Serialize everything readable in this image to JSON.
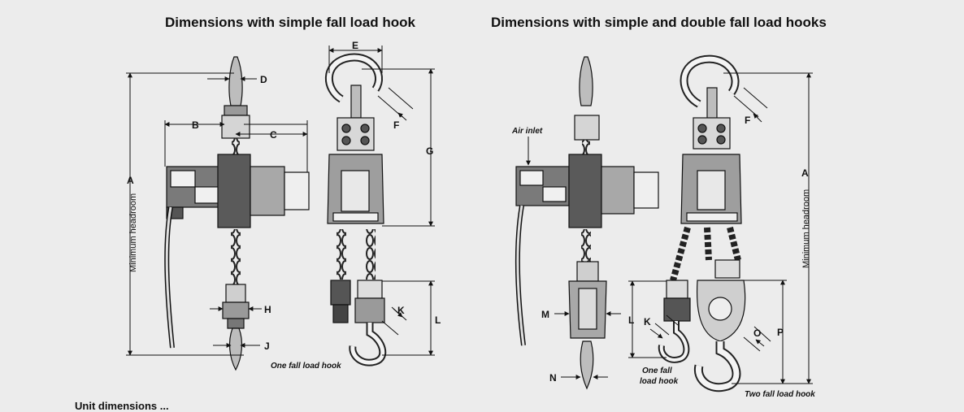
{
  "titles": {
    "left": "Dimensions with simple fall load hook",
    "right": "Dimensions with simple and double fall load hooks"
  },
  "left_labels": {
    "A": "A",
    "B": "B",
    "C": "C",
    "D": "D",
    "E": "E",
    "F": "F",
    "G": "G",
    "H": "H",
    "J": "J",
    "K": "K",
    "L": "L",
    "min_headroom": "Minimum headroom",
    "one_fall": "One fall load hook"
  },
  "right_labels": {
    "A": "A",
    "F": "F",
    "K": "K",
    "L": "L",
    "M": "M",
    "N": "N",
    "O": "O",
    "P": "P",
    "air_inlet": "Air inlet",
    "min_headroom": "Minimum headroom",
    "one_fall_line1": "One fall",
    "one_fall_line2": "load hook",
    "two_fall": "Two fall load hook"
  },
  "footer": "Unit    dimensions    ...",
  "colors": {
    "background": "#ececec",
    "line": "#111111",
    "body": "#2a2a2a"
  }
}
